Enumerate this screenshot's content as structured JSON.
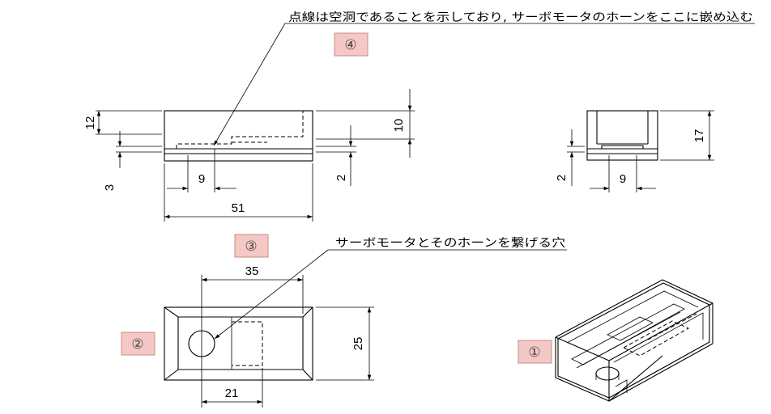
{
  "notes": {
    "hollow_note": "点線は空洞であることを示しており, サーボモータのホーンをここに嵌め込む",
    "hole_note": "サーボモータとそのホーンを繋げる穴"
  },
  "tags": {
    "tag1": "①",
    "tag2": "②",
    "tag3": "③",
    "tag4": "④"
  },
  "dimensions": {
    "front_height": "12",
    "front_slot_offset": "3",
    "front_slot_width": "9",
    "front_length": "51",
    "front_slot_thickness": "2",
    "front_cavity_depth": "10",
    "side_height": "17",
    "side_slot_thickness": "2",
    "side_slot_width": "9",
    "top_length": "35",
    "top_width": "25",
    "top_hole_offset": "21"
  }
}
